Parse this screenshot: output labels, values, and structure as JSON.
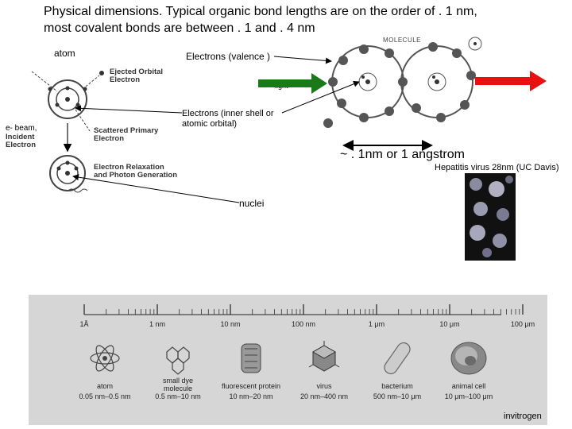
{
  "title": {
    "line1": "Physical dimensions. Typical organic bond lengths are on the order of . 1 nm,",
    "line2": "most covalent bonds are between . 1 and . 4 nm"
  },
  "labels": {
    "atom": "atom",
    "electrons_valence": "Electrons (valence )",
    "light": "light",
    "electrons_inner_line1": "Electrons (inner shell or",
    "electrons_inner_line2": "atomic orbital)",
    "ebeam": "e- beam,",
    "angstrom": "~ . 1nm or 1 angstrom",
    "hepatitis": "Hepatitis virus 28nm (UC Davis)",
    "nuclei": "nuclei",
    "molecule": "MOLECULE",
    "invitrogen": "invitrogen"
  },
  "figure_labels": {
    "ejected_line1": "Ejected Orbital",
    "ejected_line2": "Electron",
    "incident_line1": "Incident",
    "incident_line2": "Electron",
    "scattered_line1": "Scattered Primary",
    "scattered_line2": "Electron",
    "relax_line1": "Electron Relaxation",
    "relax_line2": "and Photon Generation"
  },
  "scale": {
    "ticks": [
      "1Å",
      "1 nm",
      "10 nm",
      "100 nm",
      "1 μm",
      "10 μm",
      "100 μm"
    ],
    "items": [
      {
        "name": "atom",
        "name2": "",
        "range": "0.05 nm–0.5 nm"
      },
      {
        "name": "small dye",
        "name2": "molecule",
        "range": "0.5 nm–10 nm"
      },
      {
        "name": "fluorescent protein",
        "name2": "",
        "range": "10 nm–20 nm"
      },
      {
        "name": "virus",
        "name2": "",
        "range": "20 nm–400 nm"
      },
      {
        "name": "bacterium",
        "name2": "",
        "range": "500 nm–10 μm"
      },
      {
        "name": "animal cell",
        "name2": "",
        "range": "10 μm–100 μm"
      }
    ]
  },
  "colors": {
    "light_arrow": "#1a7a1a",
    "red_arrow": "#e81010",
    "panel_bg": "#d6d6d6"
  }
}
